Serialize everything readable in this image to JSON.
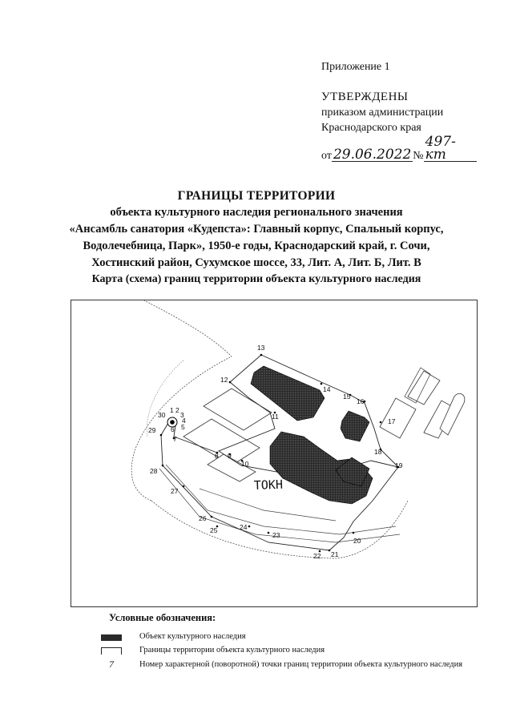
{
  "header": {
    "appendix": "Приложение 1",
    "approved_title": "УТВЕРЖДЕНЫ",
    "approved_line1": "приказом администрации",
    "approved_line2": "Краснодарского края",
    "date_prefix": "от",
    "date_value": "29.06.2022",
    "number_prefix": "№",
    "number_value": "497-кт"
  },
  "title": {
    "main": "ГРАНИЦЫ ТЕРРИТОРИИ",
    "line1": "объекта культурного наследия регионального значения",
    "line2": "«Ансамбль санатория «Кудепста»: Главный корпус, Спальный корпус,",
    "line3": "Водолечебница, Парк», 1950-е годы, Краснодарский край, г. Сочи,",
    "line4": "Хостинский район, Сухумское шоссе, 33, Лит. А, Лит. Б, Лит. В"
  },
  "map": {
    "caption": "Карта (схема) границ территории объекта культурного наследия",
    "zone_label": "ТОКН",
    "points": [
      "1",
      "2",
      "3",
      "4",
      "5",
      "6",
      "7",
      "8",
      "9",
      "10",
      "11",
      "12",
      "13",
      "14",
      "15",
      "16",
      "17",
      "18",
      "19",
      "20",
      "21",
      "22",
      "23",
      "24",
      "25",
      "26",
      "27",
      "28",
      "29",
      "30"
    ]
  },
  "legend": {
    "title": "Условные обозначения:",
    "item1": "Объект культурного наследия",
    "item2": "Границы территории объекта культурного наследия",
    "item3_symbol": "7",
    "item3": "Номер характерной (поворотной) точки границ территории объекта культурного наследия"
  }
}
